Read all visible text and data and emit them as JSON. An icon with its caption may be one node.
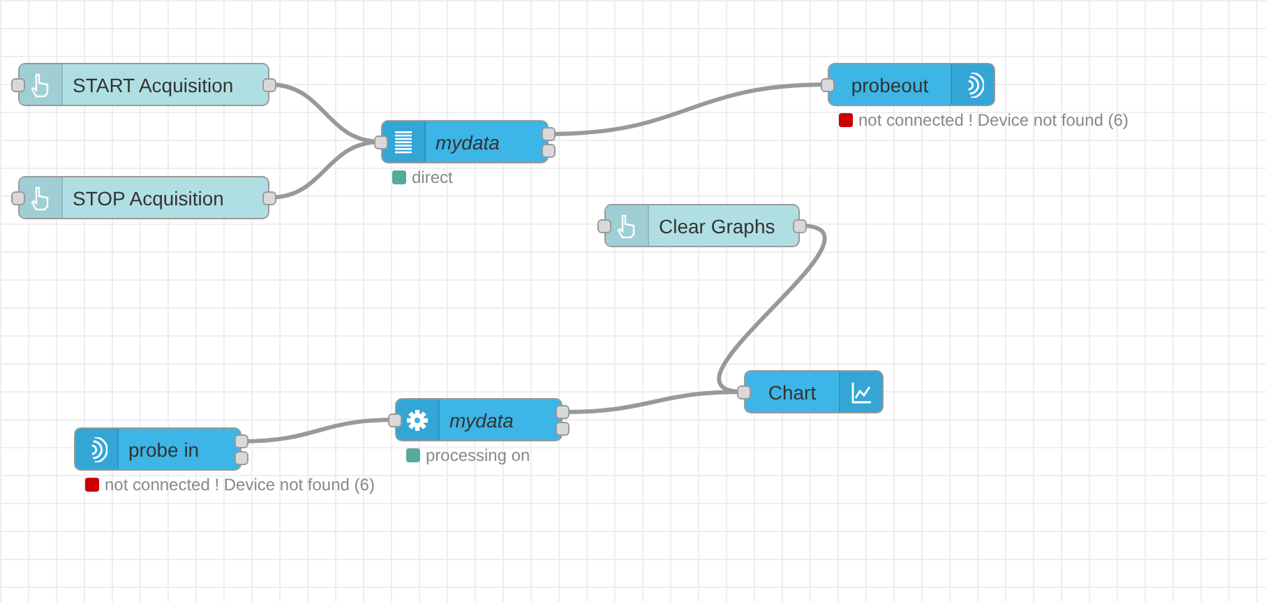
{
  "diagram": {
    "nodes": [
      {
        "text": [
          "START Acquisition"
        ]
      },
      {
        "text": [
          "STOP Acquisition"
        ]
      },
      {
        "text": [
          "mydata"
        ],
        "beside": [
          "direct"
        ]
      },
      {
        "text": [
          "probeout"
        ],
        "beside": [
          "not connected ! Device not found (6)"
        ]
      },
      {
        "text": [
          "Clear Graphs"
        ]
      },
      {
        "text": [
          "Chart"
        ]
      },
      {
        "text": [
          "mydata"
        ],
        "beside": [
          "processing on"
        ]
      },
      {
        "text": [
          "probe in"
        ],
        "beside": [
          "not connected ! Device not found (6)"
        ]
      }
    ],
    "edges": [
      {
        "from": 0,
        "to": 2,
        "arrow": "none"
      },
      {
        "from": 1,
        "to": 2,
        "arrow": "none"
      },
      {
        "from": 2,
        "to": 3,
        "arrow": "none"
      },
      {
        "from": 4,
        "to": 5,
        "arrow": "none"
      },
      {
        "from": 6,
        "to": 5,
        "arrow": "none"
      },
      {
        "from": 7,
        "to": 6,
        "arrow": "none"
      }
    ]
  }
}
